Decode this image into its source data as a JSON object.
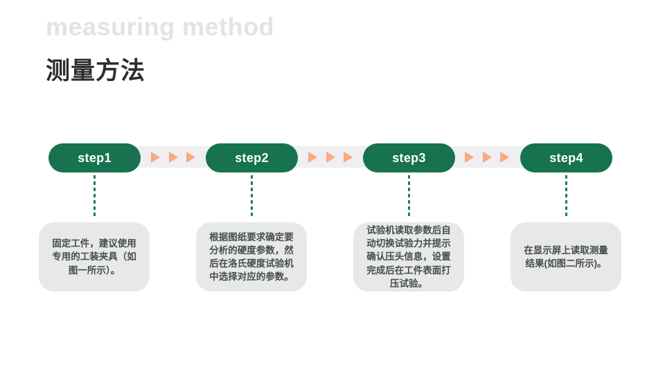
{
  "header": {
    "subtitle": "measuring method",
    "title": "测量方法"
  },
  "steps": [
    {
      "label": "step1",
      "description": "固定工件，建议使用专用的工装夹具（如图一所示）。"
    },
    {
      "label": "step2",
      "description": "根据图纸要求确定要分析的硬度参数，然后在洛氏硬度试验机中选择对应的参数。"
    },
    {
      "label": "step3",
      "description": "试验机读取参数后自动切换试验力并提示确认压头信息，设置完成后在工件表面打压试验。"
    },
    {
      "label": "step4",
      "description": "在显示屏上读取测量结果(如图二所示)。"
    }
  ],
  "icons": {
    "between_steps": "arrow-right-triangle-icon",
    "arrows_per_gap": 3
  },
  "colors": {
    "pill_green": "#177250",
    "dash_green": "#1e7e57",
    "arrow_orange": "#f9ab7b",
    "strip_gray": "#efefef",
    "box_gray": "#e8e8e8",
    "box_text": "#434e49",
    "subtitle_gray": "#e3e3e3",
    "title_dark": "#2d2d2d"
  }
}
